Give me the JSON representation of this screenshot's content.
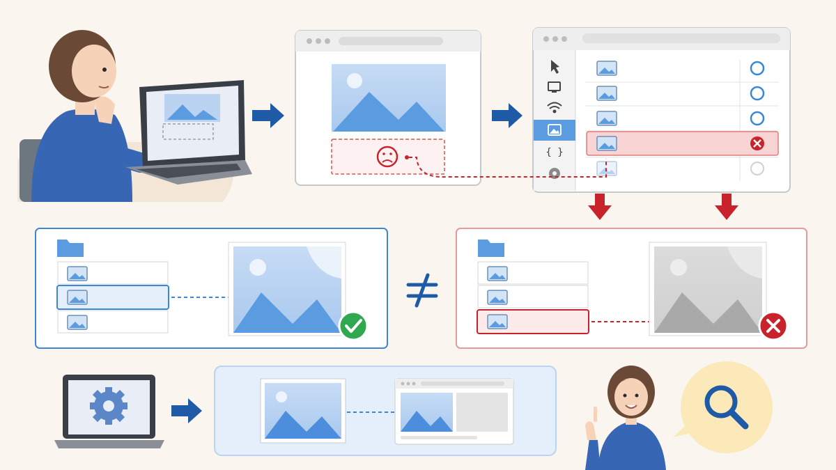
{
  "colors": {
    "background": "#faf6ef",
    "arrow_blue": "#1f5aa6",
    "error_red": "#c8232c",
    "success_green": "#2fa84f",
    "image_blue": "#5b9be0",
    "panel_blue_border": "#3c86d6",
    "panel_red_border": "#e39a9a",
    "panel_fill_blue": "#e4effb",
    "magnifier_bubble": "#fbe9b9",
    "shirt_blue": "#3767b4",
    "hair_brown": "#6a4a36"
  },
  "icons": {
    "flow_arrow": "right-arrow-icon",
    "down_arrow": "down-arrow-icon",
    "sad_face": "sad-face-icon",
    "error_badge": "x-circle-icon",
    "success_badge": "checkmark-circle-icon",
    "not_equal": "not-equal-icon",
    "settings": "gear-icon",
    "search": "magnifier-icon",
    "folder": "folder-icon",
    "image": "image-icon"
  },
  "devtools_sidebar_icons": [
    "cursor-icon",
    "monitor-icon",
    "wifi-icon",
    "image-icon",
    "braces-icon",
    "gear-icon"
  ],
  "devtools_sidebar_active_index": 3,
  "devtools_rows": [
    {
      "status": "ok"
    },
    {
      "status": "ok"
    },
    {
      "status": "ok"
    },
    {
      "status": "error"
    },
    {
      "status": "faded"
    }
  ],
  "correct_panel_selected_index": 1,
  "wrong_panel_selected_index": 2,
  "devtools_sidebar_glyphs": {
    "braces": "{ }"
  }
}
